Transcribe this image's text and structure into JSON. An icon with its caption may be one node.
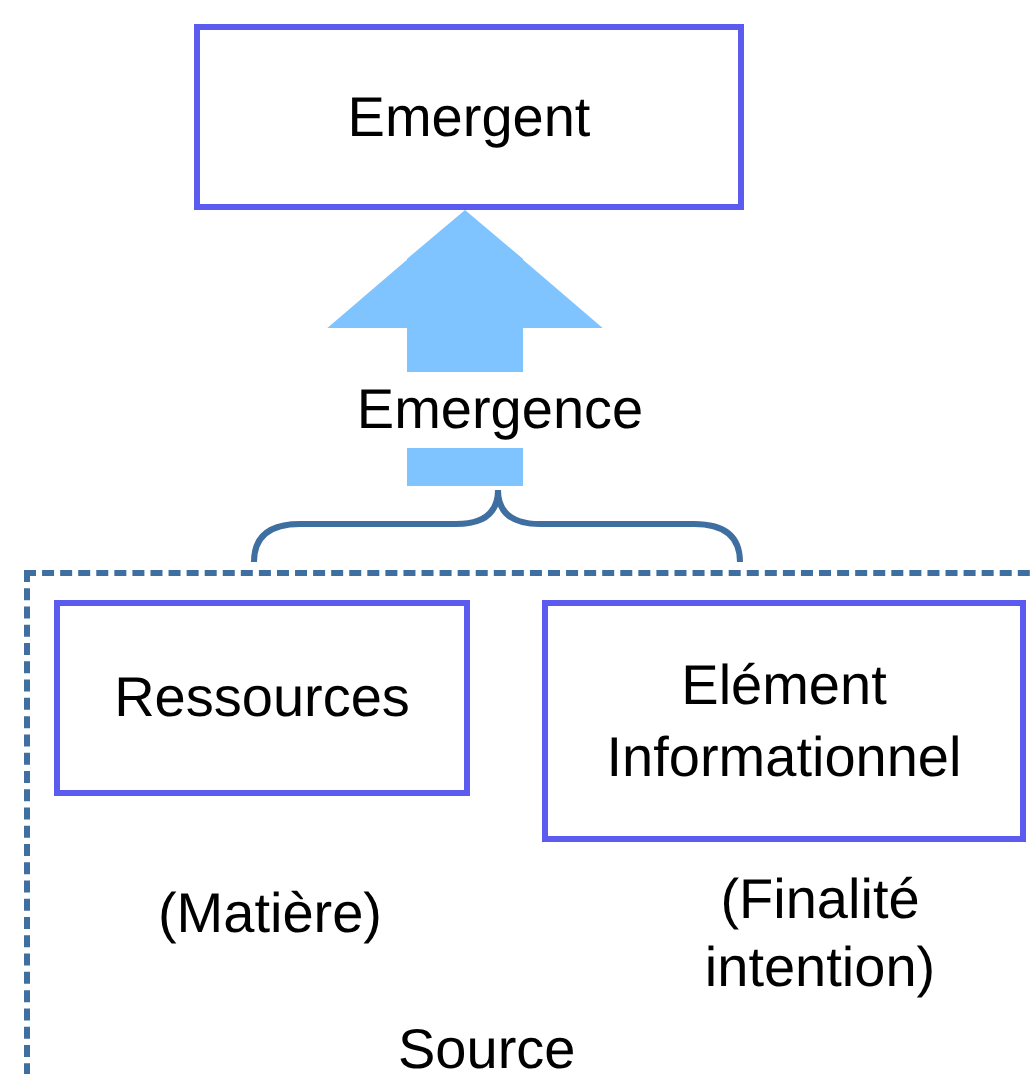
{
  "diagram": {
    "nodes": [
      {
        "text": [
          "Emergent"
        ]
      },
      {
        "text": [
          "Source"
        ]
      },
      {
        "text": [
          "Ressources"
        ],
        "in": 1,
        "beside": [
          "(Matière)"
        ]
      },
      {
        "text": [
          "Elément Informationnel"
        ],
        "in": 1,
        "beside": [
          "(Finalité intention)"
        ]
      }
    ],
    "edges": [
      {
        "from": 1,
        "to": 0,
        "arrow": "to",
        "label": "Emergence",
        "color": "#80c4ff"
      }
    ]
  }
}
